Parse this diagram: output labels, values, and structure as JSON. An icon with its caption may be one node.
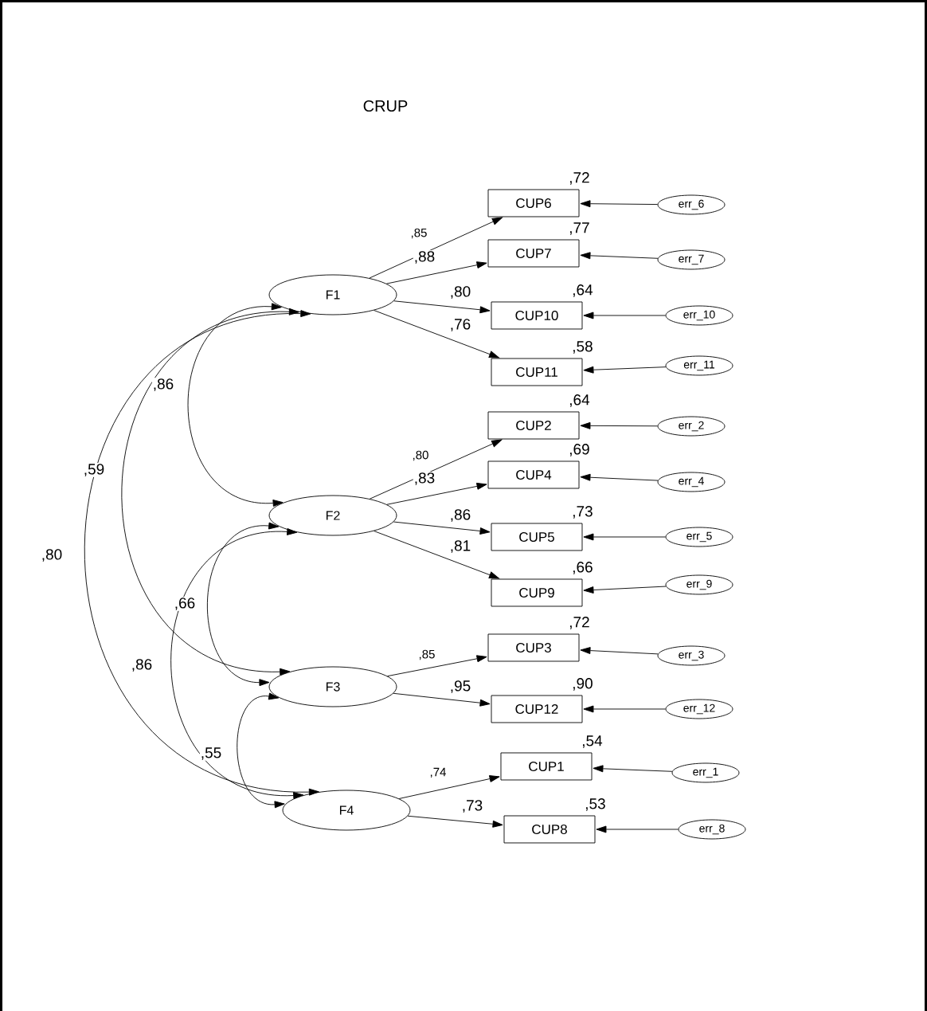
{
  "diagram": {
    "title": "CRUP",
    "nodes": [
      {
        "text": [
          "F1"
        ]
      },
      {
        "text": [
          "F2"
        ]
      },
      {
        "text": [
          "F3"
        ]
      },
      {
        "text": [
          "F4"
        ]
      },
      {
        "text": [
          "CUP6"
        ],
        "beside": [
          ",72"
        ]
      },
      {
        "text": [
          "CUP7"
        ],
        "beside": [
          ",77"
        ]
      },
      {
        "text": [
          "CUP10"
        ],
        "beside": [
          ",64"
        ]
      },
      {
        "text": [
          "CUP11"
        ],
        "beside": [
          ",58"
        ]
      },
      {
        "text": [
          "CUP2"
        ],
        "beside": [
          ",64"
        ]
      },
      {
        "text": [
          "CUP4"
        ],
        "beside": [
          ",69"
        ]
      },
      {
        "text": [
          "CUP5"
        ],
        "beside": [
          ",73"
        ]
      },
      {
        "text": [
          "CUP9"
        ],
        "beside": [
          ",66"
        ]
      },
      {
        "text": [
          "CUP3"
        ],
        "beside": [
          ",72"
        ]
      },
      {
        "text": [
          "CUP12"
        ],
        "beside": [
          ",90"
        ]
      },
      {
        "text": [
          "CUP1"
        ],
        "beside": [
          ",54"
        ]
      },
      {
        "text": [
          "CUP8"
        ],
        "beside": [
          ",53"
        ]
      },
      {
        "text": [
          "err_6"
        ]
      },
      {
        "text": [
          "err_7"
        ]
      },
      {
        "text": [
          "err_10"
        ]
      },
      {
        "text": [
          "err_11"
        ]
      },
      {
        "text": [
          "err_2"
        ]
      },
      {
        "text": [
          "err_4"
        ]
      },
      {
        "text": [
          "err_5"
        ]
      },
      {
        "text": [
          "err_9"
        ]
      },
      {
        "text": [
          "err_3"
        ]
      },
      {
        "text": [
          "err_12"
        ]
      },
      {
        "text": [
          "err_1"
        ]
      },
      {
        "text": [
          "err_8"
        ]
      }
    ],
    "edges": [
      {
        "from": 0,
        "to": 4,
        "arrow": "to",
        "label": ",85"
      },
      {
        "from": 0,
        "to": 5,
        "arrow": "to",
        "label": ",88"
      },
      {
        "from": 0,
        "to": 6,
        "arrow": "to",
        "label": ",80"
      },
      {
        "from": 0,
        "to": 7,
        "arrow": "to",
        "label": ",76"
      },
      {
        "from": 1,
        "to": 8,
        "arrow": "to",
        "label": ",80"
      },
      {
        "from": 1,
        "to": 9,
        "arrow": "to",
        "label": ",83"
      },
      {
        "from": 1,
        "to": 10,
        "arrow": "to",
        "label": ",86"
      },
      {
        "from": 1,
        "to": 11,
        "arrow": "to",
        "label": ",81"
      },
      {
        "from": 2,
        "to": 12,
        "arrow": "to",
        "label": ",85"
      },
      {
        "from": 2,
        "to": 13,
        "arrow": "to",
        "label": ",95"
      },
      {
        "from": 3,
        "to": 14,
        "arrow": "to",
        "label": ",74"
      },
      {
        "from": 3,
        "to": 15,
        "arrow": "to",
        "label": ",73"
      },
      {
        "from": 16,
        "to": 4,
        "arrow": "to"
      },
      {
        "from": 17,
        "to": 5,
        "arrow": "to"
      },
      {
        "from": 18,
        "to": 6,
        "arrow": "to"
      },
      {
        "from": 19,
        "to": 7,
        "arrow": "to"
      },
      {
        "from": 20,
        "to": 8,
        "arrow": "to"
      },
      {
        "from": 21,
        "to": 9,
        "arrow": "to"
      },
      {
        "from": 22,
        "to": 10,
        "arrow": "to"
      },
      {
        "from": 23,
        "to": 11,
        "arrow": "to"
      },
      {
        "from": 24,
        "to": 12,
        "arrow": "to"
      },
      {
        "from": 25,
        "to": 13,
        "arrow": "to"
      },
      {
        "from": 26,
        "to": 14,
        "arrow": "to"
      },
      {
        "from": 27,
        "to": 15,
        "arrow": "to"
      },
      {
        "from": 0,
        "to": 1,
        "arrow": "both",
        "label": ",86"
      },
      {
        "from": 0,
        "to": 2,
        "arrow": "both",
        "label": ",59"
      },
      {
        "from": 0,
        "to": 3,
        "arrow": "both",
        "label": ",80"
      },
      {
        "from": 1,
        "to": 2,
        "arrow": "both",
        "label": ",66"
      },
      {
        "from": 1,
        "to": 3,
        "arrow": "both",
        "label": ",86"
      },
      {
        "from": 2,
        "to": 3,
        "arrow": "both",
        "label": ",55"
      }
    ]
  }
}
